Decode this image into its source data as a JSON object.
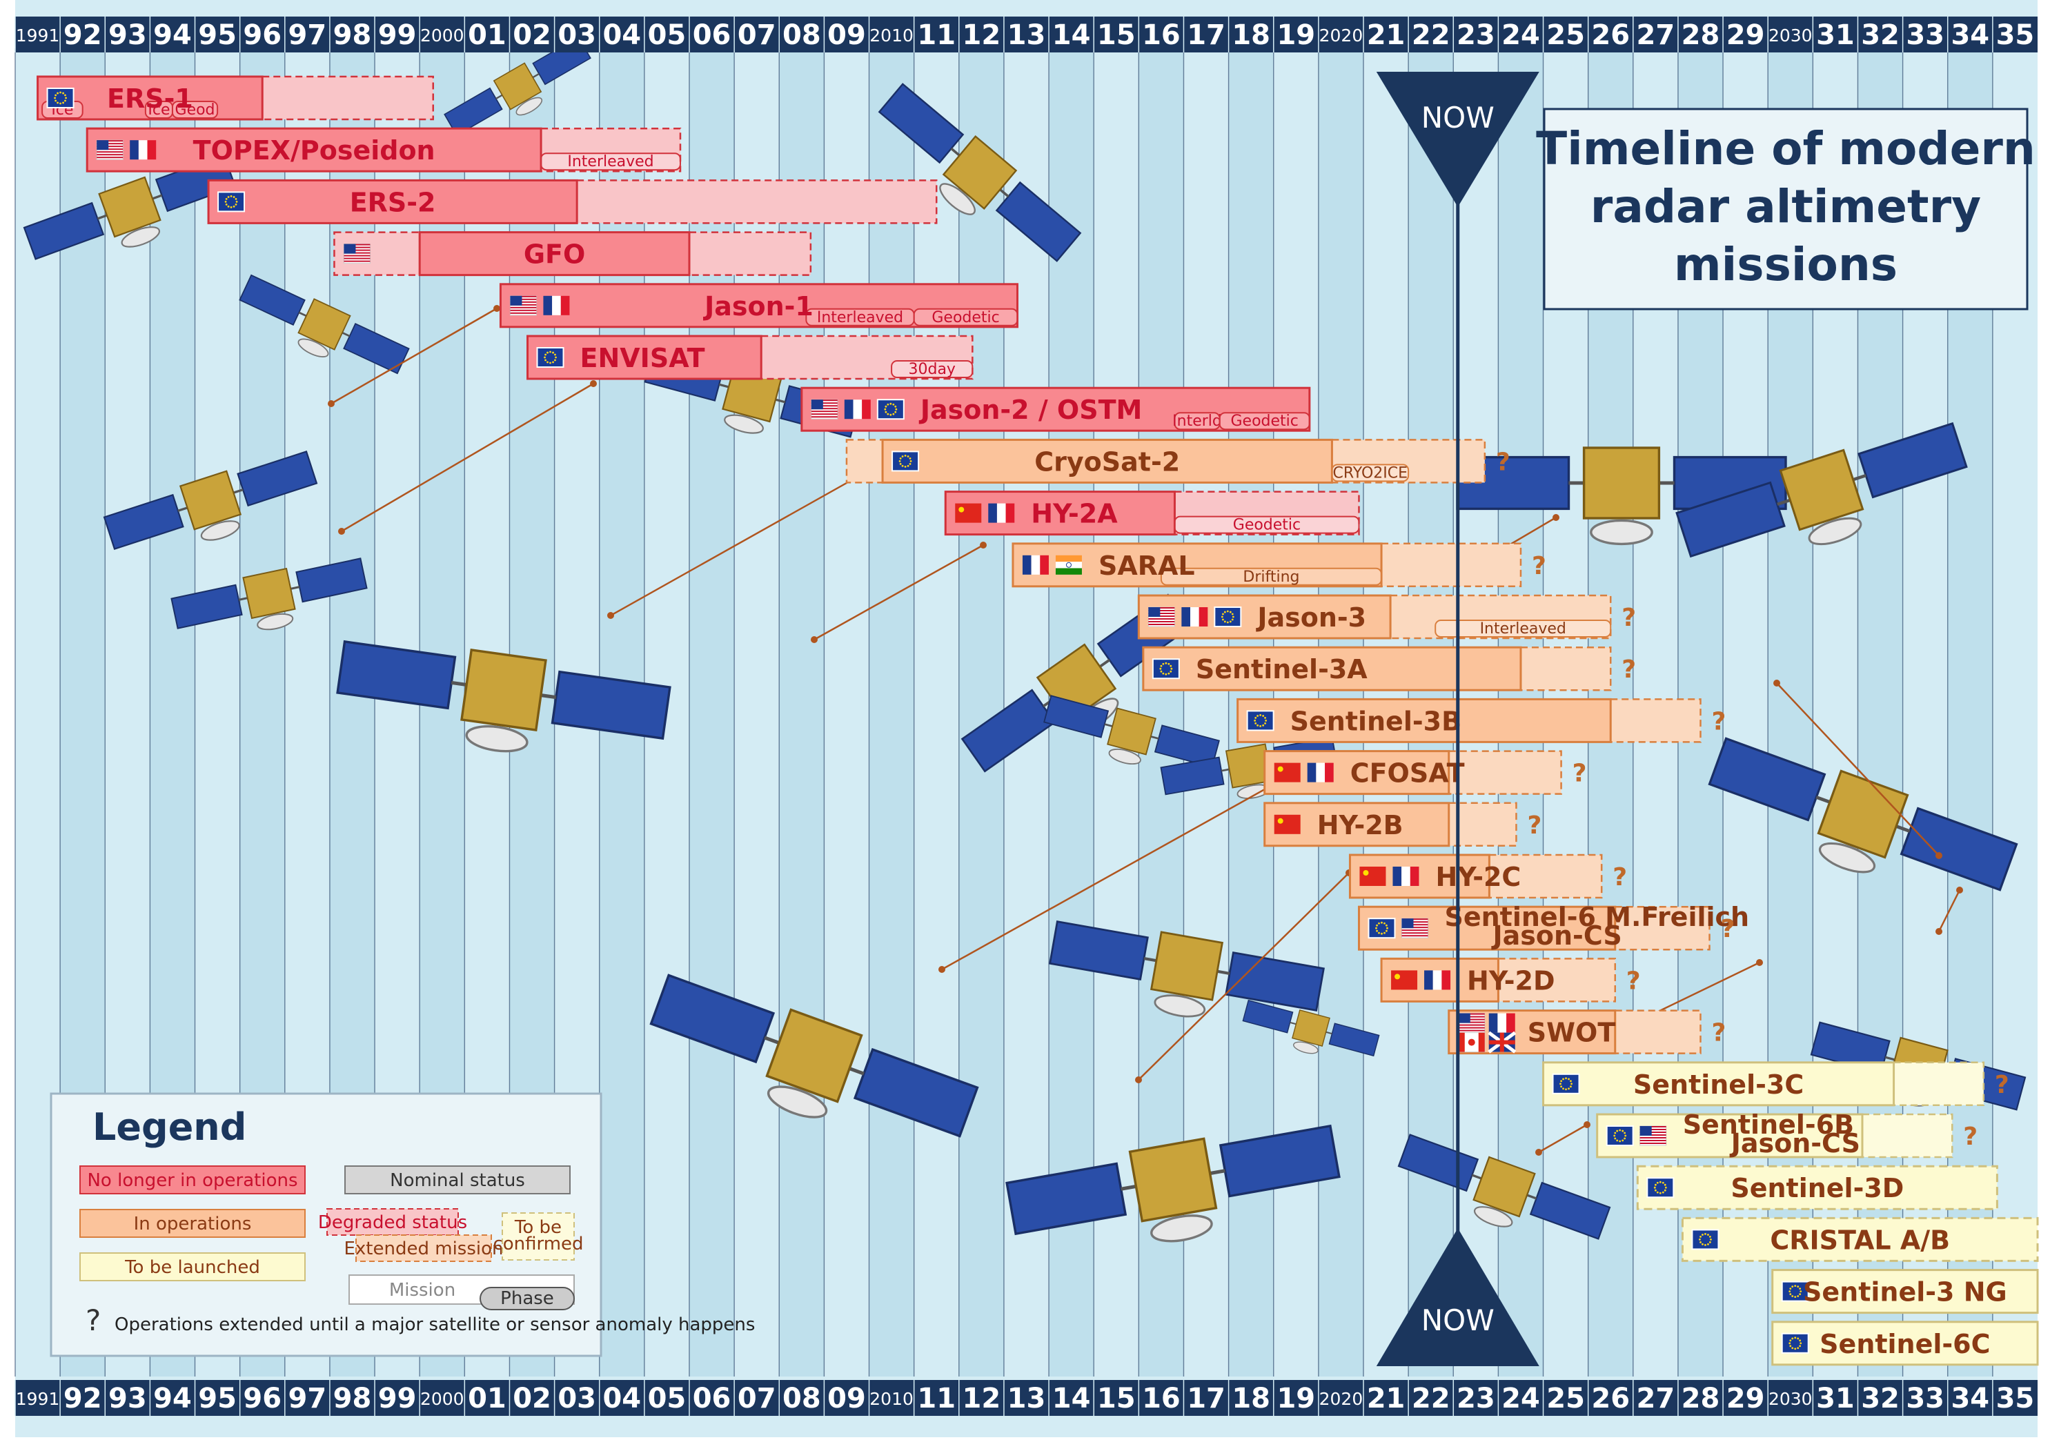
{
  "chart_data": {
    "type": "timeline",
    "title": "Timeline of modern radar altimetry missions",
    "x_ticks": [
      "1991",
      "92",
      "93",
      "94",
      "95",
      "96",
      "97",
      "98",
      "99",
      "2000",
      "01",
      "02",
      "03",
      "04",
      "05",
      "06",
      "07",
      "08",
      "09",
      "2010",
      "11",
      "12",
      "13",
      "14",
      "15",
      "16",
      "17",
      "18",
      "19",
      "2020",
      "21",
      "22",
      "23",
      "24",
      "25",
      "26",
      "27",
      "28",
      "29",
      "2030",
      "31",
      "32",
      "33",
      "34",
      "35"
    ],
    "xlim": [
      1991,
      2036
    ],
    "now_marker": {
      "label": "NOW",
      "year": 2023.1
    },
    "missions": [
      {
        "name": "ERS-1",
        "status": "ended",
        "start": 1991.5,
        "end": 1996.5,
        "extended_end": 2000.3,
        "flags": [
          "eu"
        ],
        "phases": [
          {
            "label": "Ice",
            "start": 1991.6,
            "end": 1992.5
          },
          {
            "label": "Ice",
            "start": 1993.9,
            "end": 1994.5
          },
          {
            "label": "Geod",
            "start": 1994.5,
            "end": 1995.5
          }
        ]
      },
      {
        "name": "TOPEX/Poseidon",
        "status": "ended",
        "start": 1992.6,
        "end": 2002.7,
        "extended_end": 2005.8,
        "flags": [
          "us",
          "fr"
        ],
        "phases": [
          {
            "label": "Interleaved",
            "start": 2002.7,
            "end": 2005.8
          }
        ]
      },
      {
        "name": "ERS-2",
        "status": "ended",
        "start": 1995.3,
        "end": 2003.5,
        "extended_end": 2011.5,
        "flags": [
          "eu"
        ],
        "phases": []
      },
      {
        "name": "GFO",
        "status": "ended",
        "start": 2000.0,
        "end": 2006.0,
        "extended_end": 2008.7,
        "start_dashed": 1998.1,
        "flags": [
          "us"
        ],
        "phases": []
      },
      {
        "name": "Jason-1",
        "status": "ended",
        "start": 2001.8,
        "end": 2013.3,
        "flags": [
          "us",
          "fr"
        ],
        "phases": [
          {
            "label": "Interleaved",
            "start": 2008.6,
            "end": 2011.0
          },
          {
            "label": "Geodetic",
            "start": 2011.0,
            "end": 2013.3
          }
        ]
      },
      {
        "name": "ENVISAT",
        "status": "ended",
        "start": 2002.4,
        "end": 2007.6,
        "extended_end": 2012.3,
        "flags": [
          "eu"
        ],
        "phases": [
          {
            "label": "30day",
            "start": 2010.5,
            "end": 2012.3
          }
        ]
      },
      {
        "name": "Jason-2 / OSTM",
        "status": "ended",
        "start": 2008.5,
        "end": 2019.8,
        "flags": [
          "us",
          "fr",
          "eu"
        ],
        "phases": [
          {
            "label": "Interld",
            "start": 2016.8,
            "end": 2017.8
          },
          {
            "label": "Geodetic",
            "start": 2017.8,
            "end": 2019.8
          }
        ]
      },
      {
        "name": "CryoSat-2",
        "status": "operating",
        "start": 2010.3,
        "end": 2020.3,
        "extended_end": 2023.7,
        "start_dashed": 2009.5,
        "question": true,
        "flags": [
          "eu"
        ],
        "phases": [
          {
            "label": "CRYO2ICE",
            "start": 2020.3,
            "end": 2022.0
          }
        ]
      },
      {
        "name": "HY-2A",
        "status": "ended",
        "start": 2011.7,
        "end": 2016.8,
        "extended_end": 2020.9,
        "flags": [
          "cn",
          "fr"
        ],
        "phases": [
          {
            "label": "Geodetic",
            "start": 2016.8,
            "end": 2020.9
          }
        ]
      },
      {
        "name": "SARAL",
        "status": "operating",
        "start": 2013.2,
        "end": 2021.4,
        "extended_end": 2024.5,
        "question": true,
        "flags": [
          "fr",
          "in"
        ],
        "phases": [
          {
            "label": "Drifting",
            "start": 2016.5,
            "end": 2021.4
          }
        ]
      },
      {
        "name": "Jason-3",
        "status": "operating",
        "start": 2016.0,
        "end": 2021.6,
        "extended_end": 2026.5,
        "question": true,
        "flags": [
          "us",
          "fr",
          "eu"
        ],
        "phases": [
          {
            "label": "Interleaved",
            "start": 2022.6,
            "end": 2026.5
          }
        ]
      },
      {
        "name": "Sentinel-3A",
        "status": "operating",
        "start": 2016.1,
        "end": 2024.5,
        "extended_end": 2026.5,
        "question": true,
        "flags": [
          "eu"
        ],
        "phases": []
      },
      {
        "name": "Sentinel-3B",
        "status": "operating",
        "start": 2018.2,
        "end": 2026.5,
        "extended_end": 2028.5,
        "question": true,
        "flags": [
          "eu"
        ],
        "phases": []
      },
      {
        "name": "CFOSAT",
        "status": "operating",
        "start": 2018.8,
        "end": 2022.9,
        "extended_end": 2025.4,
        "question": true,
        "flags": [
          "cn",
          "fr"
        ],
        "phases": []
      },
      {
        "name": "HY-2B",
        "status": "operating",
        "start": 2018.8,
        "end": 2022.9,
        "extended_end": 2024.4,
        "question": true,
        "flags": [
          "cn"
        ],
        "phases": []
      },
      {
        "name": "HY-2C",
        "status": "operating",
        "start": 2020.7,
        "end": 2023.8,
        "extended_end": 2026.3,
        "question": true,
        "flags": [
          "cn",
          "fr"
        ],
        "phases": []
      },
      {
        "name": "Sentinel-6 M.Freilich",
        "name2": "Jason-CS",
        "status": "operating",
        "start": 2020.9,
        "end": 2026.6,
        "extended_end": 2028.7,
        "question": true,
        "flags": [
          "eu",
          "us"
        ],
        "phases": []
      },
      {
        "name": "HY-2D",
        "status": "operating",
        "start": 2021.4,
        "end": 2024.0,
        "extended_end": 2026.6,
        "question": true,
        "flags": [
          "cn",
          "fr"
        ],
        "phases": []
      },
      {
        "name": "SWOT",
        "status": "operating",
        "start": 2022.9,
        "end": 2026.6,
        "extended_end": 2028.5,
        "question": true,
        "flags": [
          "us",
          "fr",
          "ca",
          "uk"
        ],
        "phases": []
      },
      {
        "name": "Sentinel-3C",
        "status": "tobelaunched",
        "start": 2025.0,
        "end": 2032.8,
        "extended_end": 2034.8,
        "question": true,
        "flags": [
          "eu"
        ],
        "phases": []
      },
      {
        "name": "Sentinel-6B",
        "name2": "Jason-CS",
        "status": "tobelaunched",
        "start": 2026.2,
        "end": 2032.1,
        "extended_end": 2034.1,
        "question": true,
        "flags": [
          "eu",
          "us"
        ],
        "phases": []
      },
      {
        "name": "Sentinel-3D",
        "status": "tobelaunched",
        "start": 2027.1,
        "end": 2035.1,
        "dashed_border": true,
        "flags": [
          "eu"
        ],
        "phases": []
      },
      {
        "name": "CRISTAL A/B",
        "status": "tobelaunched",
        "start": 2028.1,
        "end": 2036.0,
        "dashed_border": true,
        "flags": [
          "eu"
        ],
        "phases": []
      },
      {
        "name": "Sentinel-3 NG",
        "status": "tobelaunched",
        "start": 2030.1,
        "end": 2036.0,
        "flags": [
          "eu"
        ],
        "phases": []
      },
      {
        "name": "Sentinel-6C",
        "status": "tobelaunched",
        "start": 2030.1,
        "end": 2036.0,
        "flags": [
          "eu"
        ],
        "phases": []
      }
    ]
  },
  "title": {
    "lines": [
      "Timeline of modern",
      "radar altimetry",
      "missions"
    ]
  },
  "legend": {
    "title": "Legend",
    "no_longer": "No longer in operations",
    "in_operations": "In operations",
    "to_be_launched": "To be launched",
    "nominal": "Nominal status",
    "degraded": "Degraded status",
    "extended": "Extended mission",
    "to_be_confirmed_1": "To be",
    "to_be_confirmed_2": "confirmed",
    "mission": "Mission",
    "phase": "Phase",
    "question_note": "Operations extended until a major satellite or sensor anomaly happens",
    "question_glyph": "?"
  },
  "colors": {
    "header": "#1b365d",
    "ended": "#f8888f",
    "operating": "#fbc39b",
    "to_be_launched": "#fdfad0",
    "background": "#d4ecf4"
  }
}
